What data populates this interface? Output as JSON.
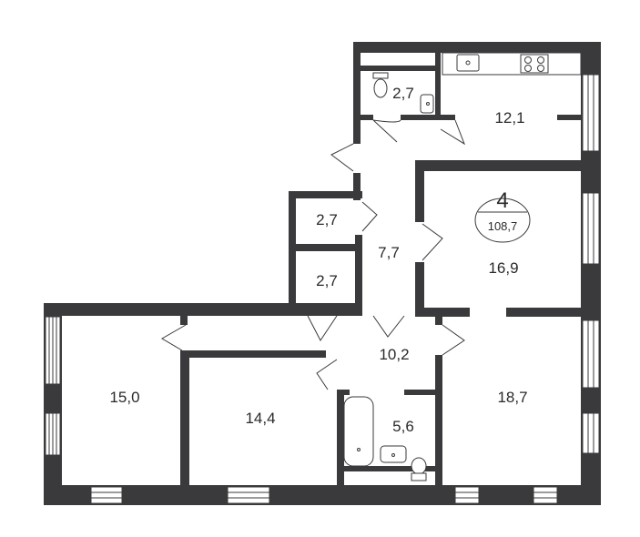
{
  "plan": {
    "rooms_count": "4",
    "total_area": "108,7",
    "rooms": [
      {
        "id": "wc-upper",
        "area": "2,7"
      },
      {
        "id": "kitchen",
        "area": "12,1"
      },
      {
        "id": "storage-1",
        "area": "2,7"
      },
      {
        "id": "corridor",
        "area": "7,7"
      },
      {
        "id": "storage-2",
        "area": "2,7"
      },
      {
        "id": "bedroom-right-upper",
        "area": "16,9"
      },
      {
        "id": "hall",
        "area": "10,2"
      },
      {
        "id": "bedroom-left",
        "area": "15,0"
      },
      {
        "id": "bedroom-middle",
        "area": "14,4"
      },
      {
        "id": "bathroom",
        "area": "5,6"
      },
      {
        "id": "bedroom-right-lower",
        "area": "18,7"
      }
    ]
  }
}
